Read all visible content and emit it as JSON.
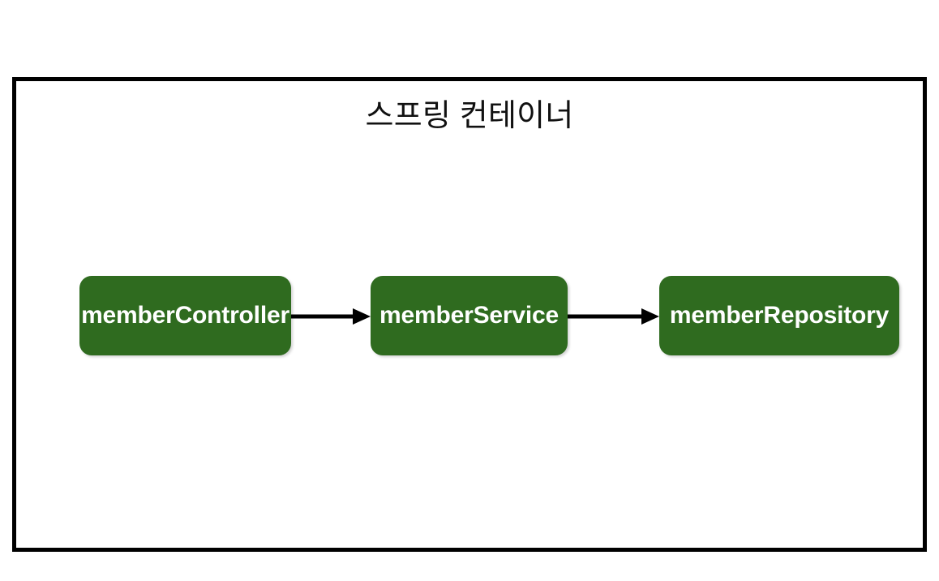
{
  "diagram": {
    "title": "스프링 컨테이너",
    "background_color": "#ffffff",
    "frame": {
      "border_color": "#000000",
      "fill_color": "#ffffff"
    },
    "node_fill_color": "#2F6B1F",
    "node_text_color": "#ffffff",
    "arrow_color": "#000000",
    "nodes": [
      {
        "id": "memberController",
        "label": "memberController"
      },
      {
        "id": "memberService",
        "label": "memberService"
      },
      {
        "id": "memberRepository",
        "label": "memberRepository"
      }
    ],
    "edges": [
      {
        "from": "memberController",
        "to": "memberService",
        "style": "solid-arrow"
      },
      {
        "from": "memberService",
        "to": "memberRepository",
        "style": "solid-arrow"
      }
    ]
  }
}
